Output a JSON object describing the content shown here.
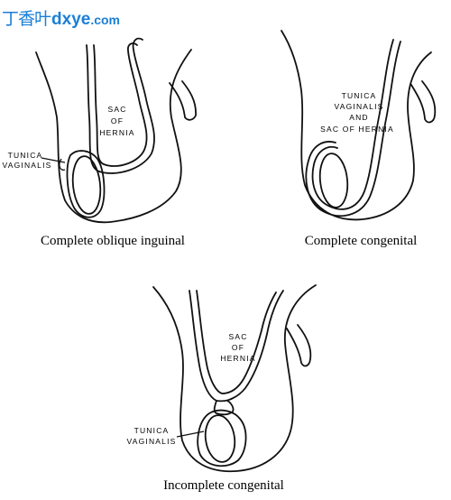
{
  "watermark": {
    "cn": "丁香叶",
    "domain": "dxye",
    "tld": ".com",
    "color": "#1a7fd6"
  },
  "figures": [
    {
      "id": "complete-oblique-inguinal",
      "caption": "Complete oblique inguinal",
      "sac_label": [
        "SAC",
        "OF",
        "HERNIA"
      ],
      "tunica_label": [
        "TUNICA",
        "VAGINALIS"
      ]
    },
    {
      "id": "complete-congenital",
      "caption": "Complete congenital",
      "combined_label": [
        "TUNICA",
        "VAGINALIS",
        "AND",
        "SAC OF HERNIA"
      ]
    },
    {
      "id": "incomplete-congenital",
      "caption": "Incomplete congenital",
      "sac_label": [
        "SAC",
        "OF",
        "HERNIA"
      ],
      "tunica_label": [
        "TUNICA",
        "VAGINALIS"
      ]
    }
  ]
}
